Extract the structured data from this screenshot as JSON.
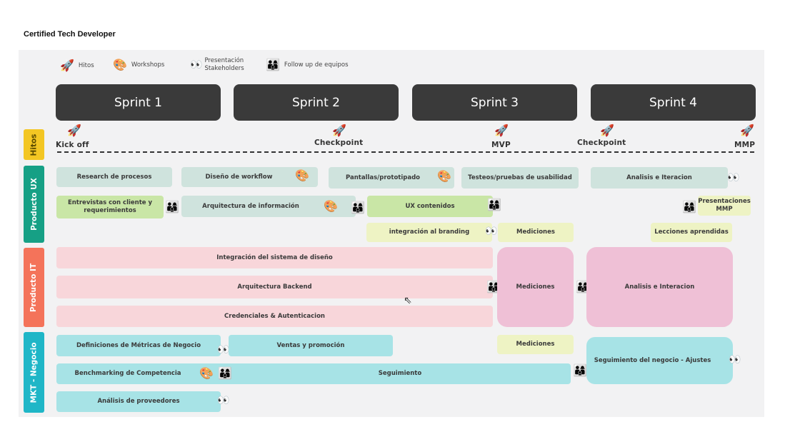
{
  "page_title": "Certified Tech Developer",
  "legend": {
    "hitos": "Hitos",
    "workshops": "Workshops",
    "presentacion_line1": "Presentación",
    "presentacion_line2": "Stakeholders",
    "followup": "Follow up de equipos"
  },
  "sprints": [
    "Sprint 1",
    "Sprint 2",
    "Sprint 3",
    "Sprint 4"
  ],
  "rows": {
    "hitos": "Hitos",
    "ux": "Producto  UX",
    "it": "Producto IT",
    "mkt": "MKT - Negocio"
  },
  "milestones": {
    "kickoff": "Kick off",
    "checkpoint1": "Checkpoint",
    "mvp": "MVP",
    "checkpoint2": "Checkpoint",
    "mmp": "MMP"
  },
  "ux_tasks": {
    "research": "Research de procesos",
    "diseno_workflow": "Diseño de workflow",
    "pantallas": "Pantallas/prototipado",
    "testeos": "Testeos/pruebas de usabilidad",
    "analisis": "Analisis e Iteracion",
    "entrevistas": "Entrevistas con cliente y requerimientos",
    "arquitectura_info": "Arquitectura de información",
    "ux_contenidos": "UX contenidos",
    "presentaciones_mmp": "Presentaciones MMP",
    "integracion_branding": "integración al branding",
    "mediciones": "Mediciones",
    "lecciones": "Lecciones aprendidas"
  },
  "it_tasks": {
    "integracion_diseno": "Integración del sistema de diseño",
    "arquitectura_backend": "Arquitectura Backend",
    "credenciales": "Credenciales & Autenticacion",
    "mediciones": "Mediciones",
    "analisis": "Analisis e Interacion"
  },
  "mkt_tasks": {
    "definiciones": "Definiciones de Métricas de Negocio",
    "ventas": "Ventas y promoción",
    "mediciones": "Mediciones",
    "benchmarking": "Benchmarking de Competencia",
    "seguimiento": "Seguimiento",
    "seguimiento_negocio": "Seguimiento del negocio - Ajustes",
    "analisis_proveedores": "Análisis de proveedores"
  },
  "icons": {
    "rocket": "🚀",
    "palette": "🎨",
    "eyes": "👀",
    "people": "👨‍👩‍👦"
  },
  "colors": {
    "sprint_bg": "#3a3a3a",
    "hitos_label": "#f3c623",
    "ux_label": "#16a085",
    "it_label": "#f4735a",
    "mkt_label": "#1fb6c7"
  }
}
